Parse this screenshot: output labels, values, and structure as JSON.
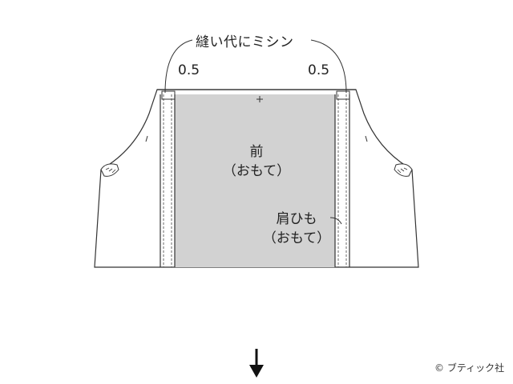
{
  "labels": {
    "seam_title": "縫い代にミシン",
    "seam_allowance_left": "0.5",
    "seam_allowance_right": "0.5",
    "front_line1": "前",
    "front_line2": "（おもて）",
    "strap_line1": "肩ひも",
    "strap_line2": "（おもて）",
    "credit": "© ブティック社"
  },
  "colors": {
    "panel_fill": "#d2d2d2",
    "outline": "#333333",
    "background": "#ffffff"
  },
  "icons": {
    "next_step": "arrow-down-icon"
  }
}
